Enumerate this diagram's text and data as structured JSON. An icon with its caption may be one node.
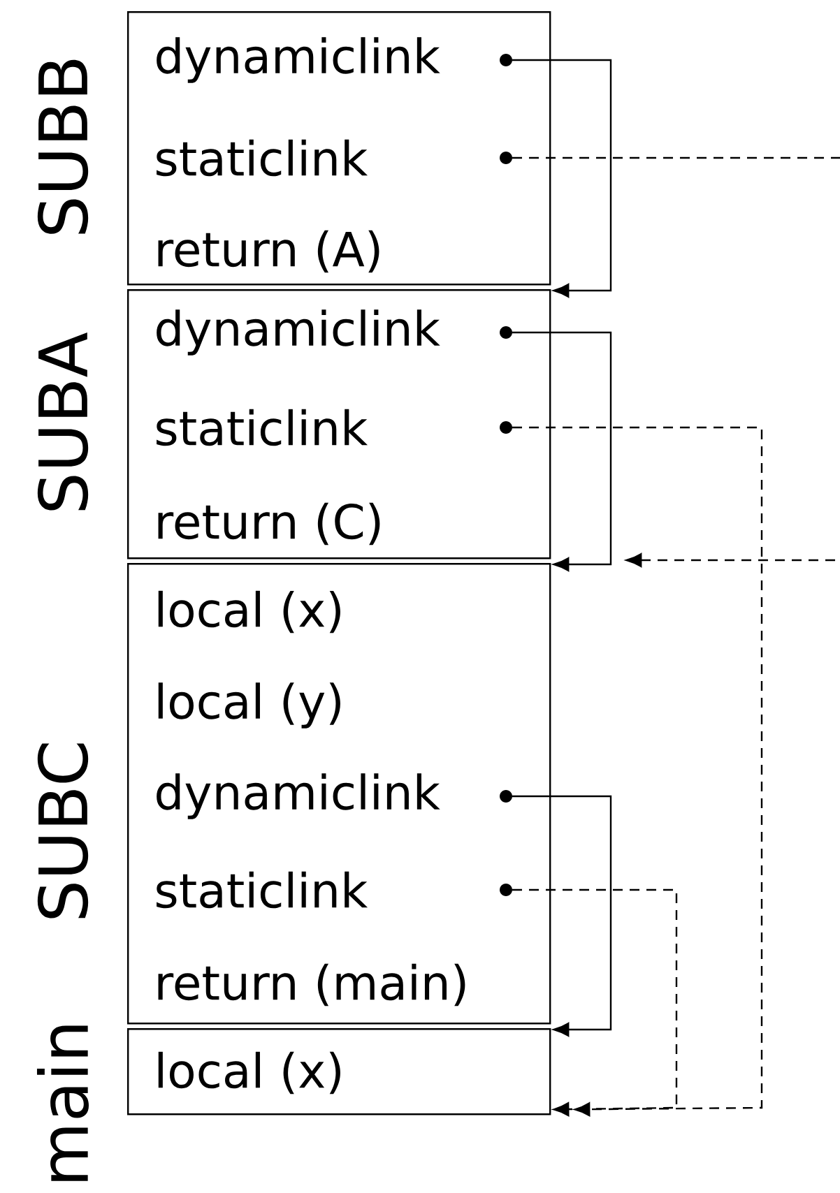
{
  "diagram": {
    "nodes": [
      {
        "text": [
          "SUBB"
        ]
      },
      {
        "text": [
          "dynamiclink"
        ],
        "in": 0
      },
      {
        "text": [
          "staticlink"
        ],
        "in": 0
      },
      {
        "text": [
          "return (A)"
        ],
        "in": 0
      },
      {
        "text": [
          "SUBA"
        ]
      },
      {
        "text": [
          "dynamiclink"
        ],
        "in": 4
      },
      {
        "text": [
          "staticlink"
        ],
        "in": 4
      },
      {
        "text": [
          "return (C)"
        ],
        "in": 4
      },
      {
        "text": [
          "SUBC"
        ]
      },
      {
        "text": [
          "local (x)"
        ],
        "in": 8
      },
      {
        "text": [
          "local (y)"
        ],
        "in": 8
      },
      {
        "text": [
          "dynamiclink"
        ],
        "in": 8
      },
      {
        "text": [
          "staticlink"
        ],
        "in": 8
      },
      {
        "text": [
          "return (main)"
        ],
        "in": 8
      },
      {
        "text": [
          "main"
        ]
      },
      {
        "text": [
          "local (x)"
        ],
        "in": 14
      }
    ],
    "edges": [
      {
        "from": 1,
        "to": 4,
        "arrow": "to"
      },
      {
        "from": 2,
        "to": 8,
        "arrow": "to",
        "style": "dashed"
      },
      {
        "from": 5,
        "to": 8,
        "arrow": "to"
      },
      {
        "from": 6,
        "to": 14,
        "arrow": "to",
        "style": "dashed"
      },
      {
        "from": 11,
        "to": 14,
        "arrow": "to"
      },
      {
        "from": 12,
        "to": 14,
        "arrow": "to",
        "style": "dashed"
      }
    ]
  }
}
